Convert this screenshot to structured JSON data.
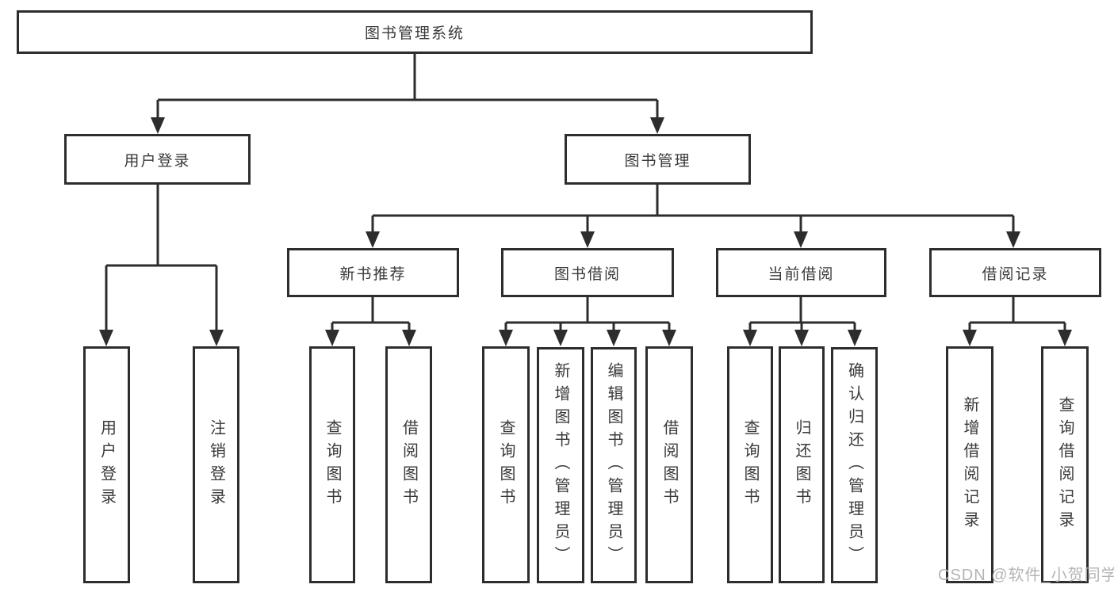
{
  "diagram": {
    "type": "hierarchy-tree",
    "title": "图书管理系统",
    "nodes": {
      "root": {
        "label": "图书管理系统",
        "level": 1
      },
      "user_login": {
        "label": "用户登录",
        "level": 2
      },
      "book_mgmt": {
        "label": "图书管理",
        "level": 2
      },
      "new_book_rec": {
        "label": "新书推荐",
        "level": 3
      },
      "book_borrow": {
        "label": "图书借阅",
        "level": 3
      },
      "current_borrow": {
        "label": "当前借阅",
        "level": 3
      },
      "borrow_record": {
        "label": "借阅记录",
        "level": 3
      },
      "leaf_user_login": {
        "label": "用户登录",
        "level": 4
      },
      "leaf_logout": {
        "label": "注销登录",
        "level": 4
      },
      "leaf_nb_query": {
        "label": "查询图书",
        "level": 4
      },
      "leaf_nb_borrow": {
        "label": "借阅图书",
        "level": 4
      },
      "leaf_bb_query": {
        "label": "查询图书",
        "level": 4
      },
      "leaf_bb_add": {
        "label": "新增图书（管理员）",
        "level": 4
      },
      "leaf_bb_edit": {
        "label": "编辑图书（管理员）",
        "level": 4
      },
      "leaf_bb_borrow": {
        "label": "借阅图书",
        "level": 4
      },
      "leaf_cb_query": {
        "label": "查询图书",
        "level": 4
      },
      "leaf_cb_return": {
        "label": "归还图书",
        "level": 4
      },
      "leaf_cb_confirm": {
        "label": "确认归还（管理员）",
        "level": 4
      },
      "leaf_br_add": {
        "label": "新增借阅记录",
        "level": 4
      },
      "leaf_br_query": {
        "label": "查询借阅记录",
        "level": 4
      }
    },
    "edges": [
      [
        "root",
        "user_login"
      ],
      [
        "root",
        "book_mgmt"
      ],
      [
        "user_login",
        "leaf_user_login"
      ],
      [
        "user_login",
        "leaf_logout"
      ],
      [
        "book_mgmt",
        "new_book_rec"
      ],
      [
        "book_mgmt",
        "book_borrow"
      ],
      [
        "book_mgmt",
        "current_borrow"
      ],
      [
        "book_mgmt",
        "borrow_record"
      ],
      [
        "new_book_rec",
        "leaf_nb_query"
      ],
      [
        "new_book_rec",
        "leaf_nb_borrow"
      ],
      [
        "book_borrow",
        "leaf_bb_query"
      ],
      [
        "book_borrow",
        "leaf_bb_add"
      ],
      [
        "book_borrow",
        "leaf_bb_edit"
      ],
      [
        "book_borrow",
        "leaf_bb_borrow"
      ],
      [
        "current_borrow",
        "leaf_cb_query"
      ],
      [
        "current_borrow",
        "leaf_cb_return"
      ],
      [
        "current_borrow",
        "leaf_cb_confirm"
      ],
      [
        "borrow_record",
        "leaf_br_add"
      ],
      [
        "borrow_record",
        "leaf_br_query"
      ]
    ]
  },
  "watermark": "CSDN @软件_小贺同学",
  "colors": {
    "line": "#2d2d2d",
    "border": "#2d2d2d",
    "text": "#3a3a3a",
    "watermark": "#b4b4b4",
    "background": "#ffffff"
  }
}
